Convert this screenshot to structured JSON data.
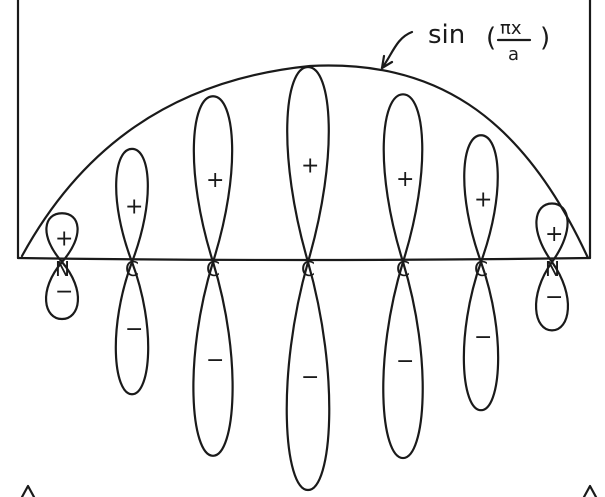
{
  "annotation": {
    "function_text": "sin",
    "open_paren": "(",
    "close_paren": ")",
    "numerator": "πx",
    "denominator": "a"
  },
  "lobe_signs": {
    "upper": "+",
    "lower": "−"
  },
  "atoms": [
    {
      "label": "N",
      "lobe_scale": 0.25
    },
    {
      "label": "C",
      "lobe_scale": 0.58
    },
    {
      "label": "C",
      "lobe_scale": 0.85
    },
    {
      "label": "C",
      "lobe_scale": 1.0
    },
    {
      "label": "C",
      "lobe_scale": 0.86
    },
    {
      "label": "C",
      "lobe_scale": 0.65
    },
    {
      "label": "N",
      "lobe_scale": 0.3
    }
  ],
  "colors": {
    "ink": "#1a1a1a",
    "background": "#ffffff"
  }
}
